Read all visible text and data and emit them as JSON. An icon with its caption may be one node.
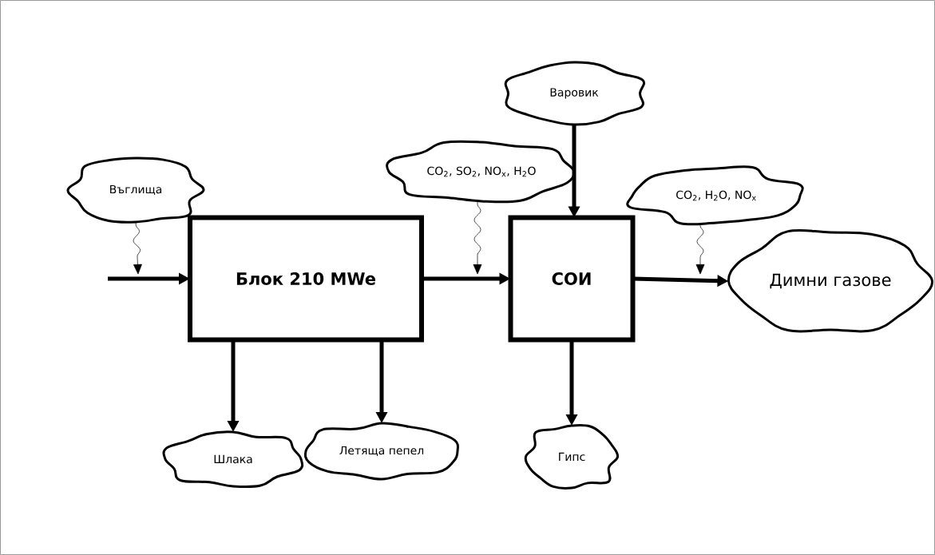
{
  "diagram": {
    "nodes": [
      {
        "text": [
          "Въглища"
        ]
      },
      {
        "text": [
          "Блок 210 MWe"
        ]
      },
      {
        "text": [
          "CO$_{2}$, SO$_{2}$, NO$_{x}$, H$_{2}$O"
        ]
      },
      {
        "text": [
          "Варовик"
        ]
      },
      {
        "text": [
          "СОИ"
        ]
      },
      {
        "text": [
          "CO$_{2}$, H$_{2}$O, NO$_{x}$"
        ]
      },
      {
        "text": [
          "Димни газове"
        ]
      },
      {
        "text": [
          "Шлака"
        ]
      },
      {
        "text": [
          "Летяща пепел"
        ]
      },
      {
        "text": [
          "Гипс"
        ]
      }
    ],
    "edges": [
      {
        "from": null,
        "to": 1,
        "arrow": "to"
      },
      {
        "from": 0,
        "to": null,
        "arrow": "to"
      },
      {
        "from": 1,
        "to": 4,
        "arrow": "to"
      },
      {
        "from": 2,
        "to": null,
        "arrow": "to"
      },
      {
        "from": 3,
        "to": 4,
        "arrow": "to"
      },
      {
        "from": 4,
        "to": 6,
        "arrow": "to"
      },
      {
        "from": 5,
        "to": null,
        "arrow": "to"
      },
      {
        "from": 1,
        "to": 7,
        "arrow": "to"
      },
      {
        "from": 1,
        "to": 8,
        "arrow": "to"
      },
      {
        "from": 4,
        "to": 9,
        "arrow": "to"
      }
    ]
  }
}
